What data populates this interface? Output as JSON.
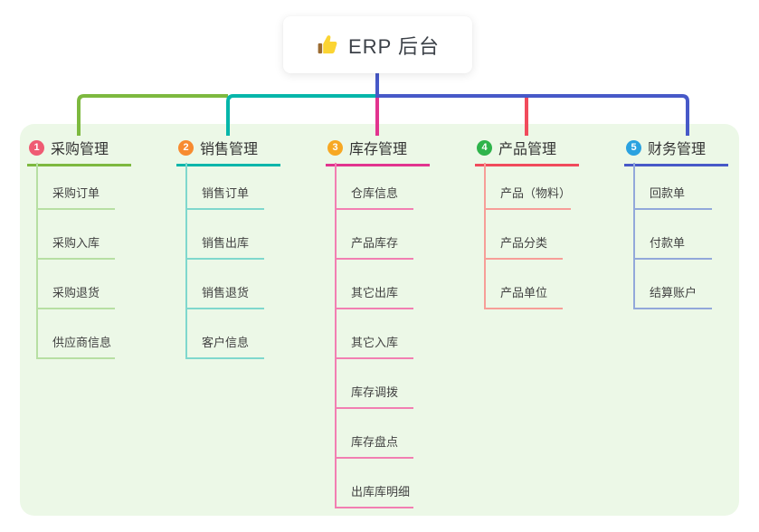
{
  "root": {
    "title": "ERP 后台",
    "icon": "thumbs-up-icon",
    "trunk_color": "#4759c8"
  },
  "panel_color": "#ecf8e7",
  "branches": [
    {
      "num": "1",
      "label": "采购管理",
      "badge_color": "#ef5b73",
      "line_color": "#7db93f",
      "child_line_color": "#b7dfa3",
      "children": [
        "采购订单",
        "采购入库",
        "采购退货",
        "供应商信息"
      ]
    },
    {
      "num": "2",
      "label": "销售管理",
      "badge_color": "#f78b30",
      "line_color": "#06b6aa",
      "child_line_color": "#7fd8cd",
      "children": [
        "销售订单",
        "销售出库",
        "销售退货",
        "客户信息"
      ]
    },
    {
      "num": "3",
      "label": "库存管理",
      "badge_color": "#f7a823",
      "line_color": "#e2348f",
      "child_line_color": "#f27fb2",
      "children": [
        "仓库信息",
        "产品库存",
        "其它出库",
        "其它入库",
        "库存调拨",
        "库存盘点",
        "出库库明细"
      ]
    },
    {
      "num": "4",
      "label": "产品管理",
      "badge_color": "#2fb44b",
      "line_color": "#f14b5c",
      "child_line_color": "#f79e98",
      "children": [
        "产品（物料）",
        "产品分类",
        "产品单位"
      ]
    },
    {
      "num": "5",
      "label": "财务管理",
      "badge_color": "#2aa2e0",
      "line_color": "#4759c8",
      "child_line_color": "#92a8da",
      "children": [
        "回款单",
        "付款单",
        "结算账户"
      ]
    }
  ]
}
